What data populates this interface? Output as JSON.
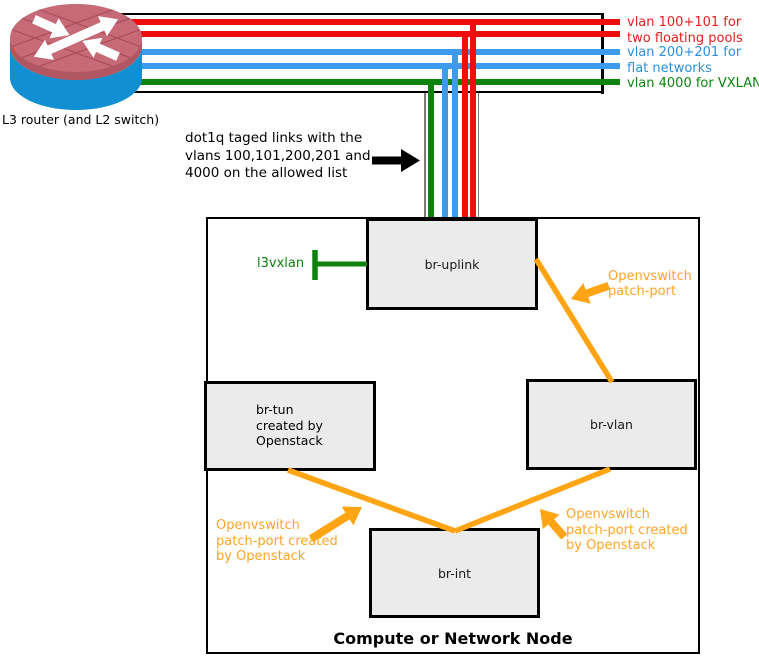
{
  "colors": {
    "vlan_floating_red": "#ee0e0e",
    "vlan_flat_blue": "#3d9bee",
    "vlan_vxlan_green": "#0d830d",
    "patch_orange": "#ffa413",
    "bridge_fill": "#ebebeb",
    "line_black": "#000000"
  },
  "router": {
    "caption": "L3 router (and L2 switch)"
  },
  "legend": {
    "floating_line1": "vlan 100+101 for",
    "floating_line2": "two floating pools",
    "flat_line1": "vlan 200+201 for",
    "flat_line2": "flat networks",
    "vxlan_line1": "vlan 4000 for VXLAN"
  },
  "trunk_note": {
    "line1": "dot1q taged links with the",
    "line2": "vlans 100,101,200,201 and",
    "line3": "4000 on the allowed list"
  },
  "node": {
    "title": "Compute or Network Node",
    "l3vxlan": "l3vxlan",
    "br_uplink": "br-uplink",
    "br_tun_line1": "br-tun",
    "br_tun_line2": "created by",
    "br_tun_line3": "Openstack",
    "br_vlan": "br-vlan",
    "br_int": "br-int",
    "patch_top_line1": "Openvswitch",
    "patch_top_line2": "patch-port",
    "patch_left_line1": "Openvswitch",
    "patch_left_line2": "patch-port created",
    "patch_left_line3": "by Openstack",
    "patch_right_line1": "Openvswitch",
    "patch_right_line2": "patch-port created",
    "patch_right_line3": "by Openstack"
  }
}
